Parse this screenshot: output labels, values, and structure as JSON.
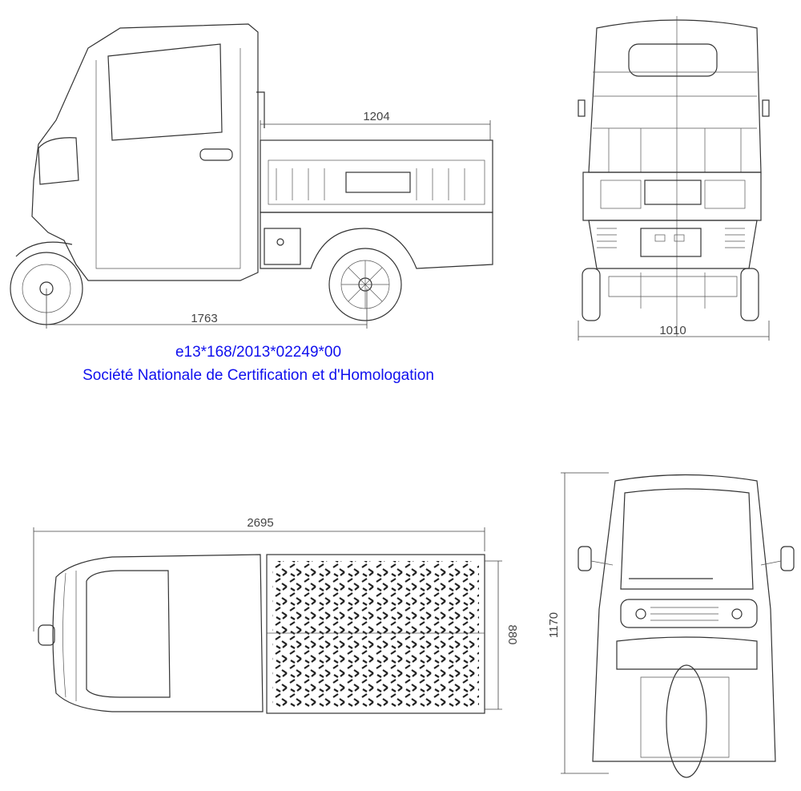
{
  "certification": {
    "number": "e13*168/2013*02249*00",
    "authority": "Société Nationale de Certification et d'Homologation"
  },
  "views": {
    "side": {
      "dim_bed_length": "1204",
      "dim_wheelbase": "1763"
    },
    "rear": {
      "dim_track_width": "1010"
    },
    "top": {
      "dim_overall_length": "2695",
      "dim_bed_width": "880"
    },
    "front": {
      "dim_overall_height": "1170"
    }
  }
}
